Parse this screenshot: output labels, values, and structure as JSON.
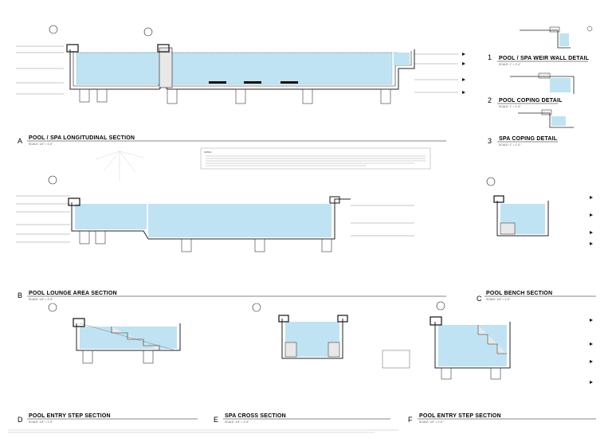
{
  "sheet": {
    "colors": {
      "water": "#bfe3f2",
      "line": "#222222",
      "concrete": "#e8e8e8",
      "title_underline": "#111111"
    }
  },
  "details": {
    "A": {
      "letter": "A",
      "title": "POOL / SPA LONGITUDINAL SECTION",
      "scale": "SCALE: 1/4\" = 1'-0\""
    },
    "B": {
      "letter": "B",
      "title": "POOL LOUNGE AREA SECTION",
      "scale": "SCALE: 1/4\" = 1'-0\""
    },
    "C": {
      "letter": "C",
      "title": "POOL BENCH SECTION",
      "scale": "SCALE: 1/4\" = 1'-0\""
    },
    "D": {
      "letter": "D",
      "title": "POOL ENTRY STEP SECTION",
      "scale": "SCALE: 1/4\" = 1'-0\""
    },
    "E": {
      "letter": "E",
      "title": "SPA CROSS SECTION",
      "scale": "SCALE: 1/4\" = 1'-0\""
    },
    "F": {
      "letter": "F",
      "title": "POOL ENTRY STEP SECTION",
      "scale": "SCALE: 1/4\" = 1'-0\""
    },
    "1": {
      "letter": "1",
      "title": "POOL / SPA WEIR WALL DETAIL",
      "scale": "SCALE: 1\" = 1'-0\""
    },
    "2": {
      "letter": "2",
      "title": "POOL COPING DETAIL",
      "scale": "SCALE: 1\" = 1'-0\""
    },
    "3": {
      "letter": "3",
      "title": "SPA COPING DETAIL",
      "scale": "SCALE: 1\" = 1'-0\""
    }
  },
  "notes": {
    "heading": "NOTES:"
  }
}
